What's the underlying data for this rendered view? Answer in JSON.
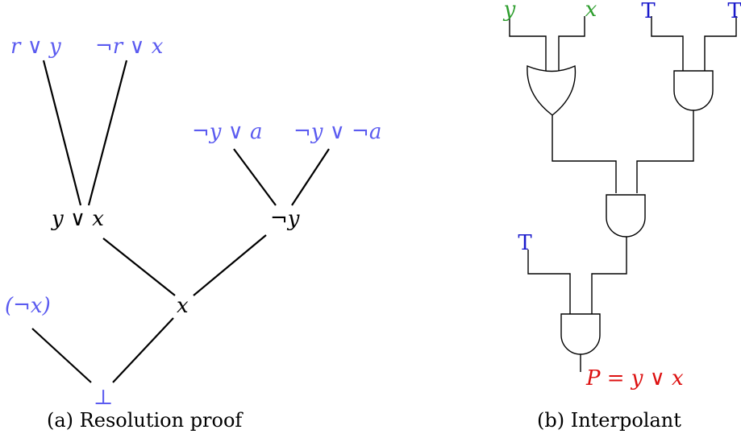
{
  "colors": {
    "premise": "#5b5bf0",
    "derived": "#000000",
    "green": "#2e9e2e",
    "blue": "#1a1acc",
    "red": "#dd1111"
  },
  "proof": {
    "caption": "(a) Resolution proof",
    "nodes": [
      {
        "id": "n1",
        "label": "r ∨ y",
        "color": "premise"
      },
      {
        "id": "n2",
        "label": "¬r ∨ x",
        "color": "premise"
      },
      {
        "id": "n3",
        "label": "¬y ∨ a",
        "color": "premise"
      },
      {
        "id": "n4",
        "label": "¬y ∨ ¬a",
        "color": "premise"
      },
      {
        "id": "n5",
        "label": "y ∨ x",
        "color": "derived"
      },
      {
        "id": "n6",
        "label": "¬y",
        "color": "derived"
      },
      {
        "id": "n7",
        "label": "x",
        "color": "derived"
      },
      {
        "id": "n8",
        "label": "(¬x)",
        "color": "premise"
      },
      {
        "id": "n9",
        "label": "⊥",
        "color": "premise"
      }
    ]
  },
  "circuit": {
    "caption": "(b) Interpolant",
    "inputs": [
      {
        "label": "y",
        "color": "green"
      },
      {
        "label": "x",
        "color": "green"
      },
      {
        "label": "T",
        "color": "blue"
      },
      {
        "label": "T",
        "color": "blue"
      },
      {
        "label": "T",
        "color": "blue"
      }
    ],
    "output": {
      "label": "P = y ∨ x",
      "color": "red"
    },
    "gates": [
      "or-gate",
      "and-gate",
      "and-gate",
      "and-gate"
    ]
  }
}
